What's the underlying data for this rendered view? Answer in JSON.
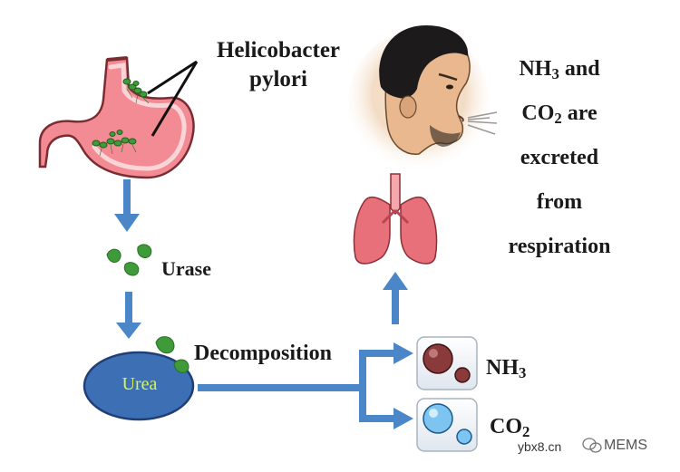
{
  "labels": {
    "pathogen_line1": "Helicobacter",
    "pathogen_line2": "pylori",
    "enzyme": "Urase",
    "process": "Decomposition",
    "substrate": "Urea",
    "excretion_line1_base": "NH",
    "excretion_line1_sub": "3",
    "excretion_line1_rest": " and",
    "excretion_line2_base": "CO",
    "excretion_line2_sub": "2",
    "excretion_line2_rest": " are",
    "excretion_line3": "excreted",
    "excretion_line4": "from",
    "excretion_line5": "respiration",
    "product1_base": "NH",
    "product1_sub": "3",
    "product2_base": "CO",
    "product2_sub": "2"
  },
  "watermark": {
    "site": "ybx8.cn",
    "brand": "MEMS"
  },
  "colors": {
    "arrow": "#4a86c8",
    "stomach": "#f28b94",
    "bacteria": "#3f9b3a",
    "urea_fill": "#3d6fb4",
    "lungs": "#e8707a",
    "skin": "#e9b88e"
  }
}
